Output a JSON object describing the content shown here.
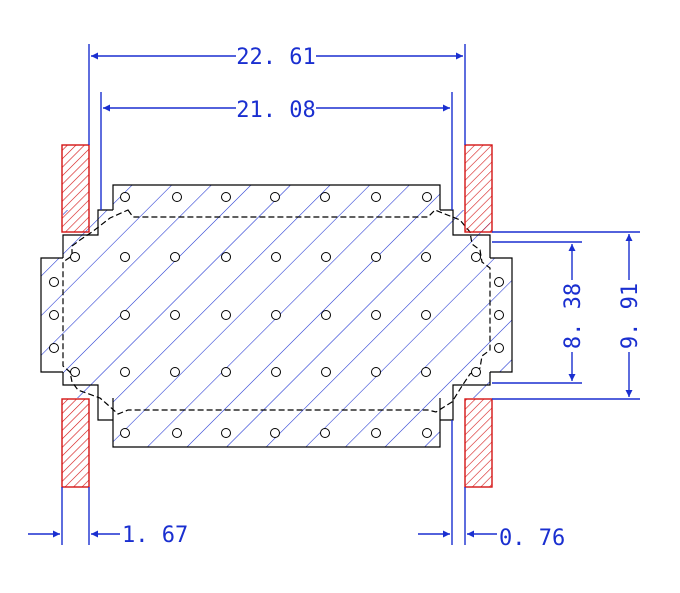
{
  "dimensions": {
    "outer_width": "22. 61",
    "inner_width": "21. 08",
    "inner_height": "8. 38",
    "outer_height": "9. 91",
    "left_gap": "1. 67",
    "right_gap": "0. 76"
  },
  "colors": {
    "dimension": "#1a2fd0",
    "pad": "#d41414",
    "outline": "#000000"
  }
}
